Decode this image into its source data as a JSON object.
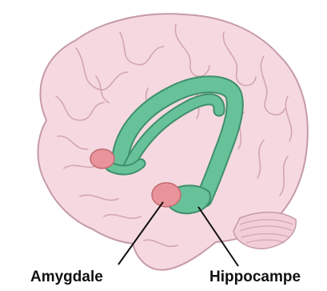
{
  "labels": {
    "amygdale": "Amygdale",
    "hippocampe": "Hippocampe"
  },
  "colors": {
    "brain_fill": "#f6d9e0",
    "brain_outline": "#c59aa6",
    "fold_lines": "#d3a6b1",
    "limbic_green": "#67c29a",
    "limbic_green_dark": "#3f8f6c",
    "amygdala_pink": "#e9939a",
    "leader_line": "#111111"
  },
  "icons": {
    "brain": "brain-illustration",
    "fornix": "limbic-structure"
  }
}
